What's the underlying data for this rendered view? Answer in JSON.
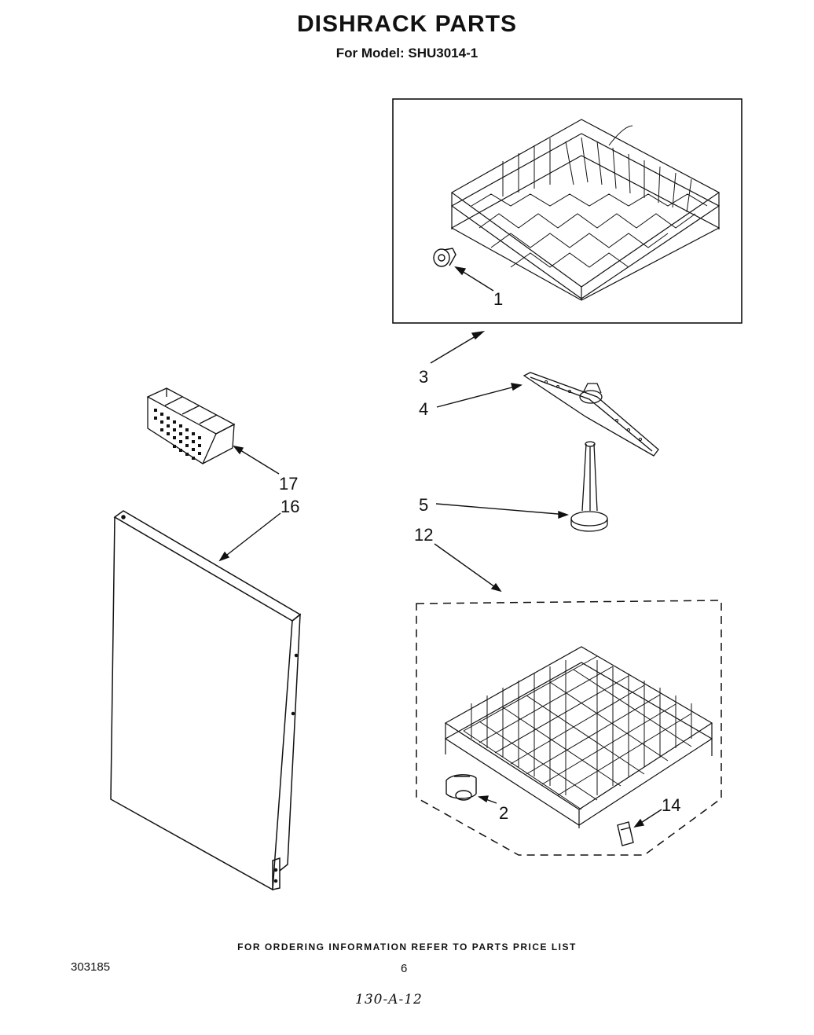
{
  "header": {
    "title": "DISHRACK PARTS",
    "subtitle": "For Model: SHU3014-1"
  },
  "callouts": {
    "c1": "1",
    "c2": "2",
    "c3": "3",
    "c4": "4",
    "c5": "5",
    "c12": "12",
    "c14": "14",
    "c16": "16",
    "c17": "17"
  },
  "footer": {
    "note": "FOR ORDERING INFORMATION REFER TO PARTS PRICE LIST",
    "doc_number": "303185",
    "page_number": "6",
    "handwritten": "130-A-12"
  }
}
